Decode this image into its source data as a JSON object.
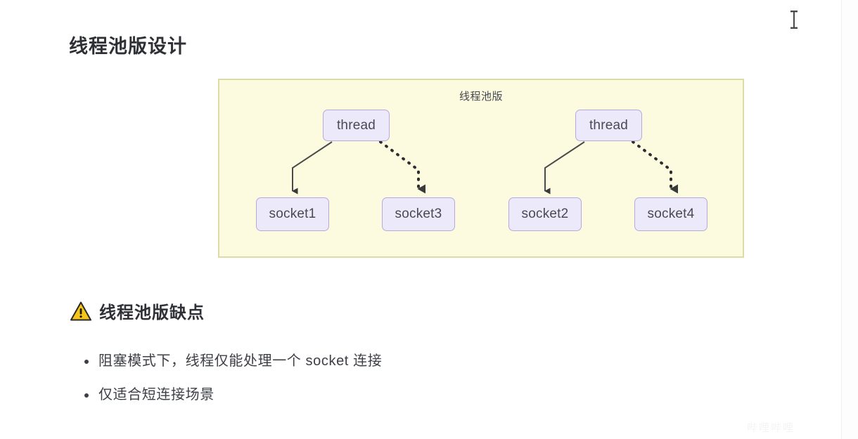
{
  "page": {
    "title": "线程池版设计",
    "background_color": "#ffffff"
  },
  "diagram": {
    "title": "线程池版",
    "background_color": "#fdfbdf",
    "border_color": "#dcdca8",
    "node_fill_color": "#ece9fb",
    "node_border_color": "#b7a8e0",
    "nodes": [
      {
        "id": "thread1",
        "label": "thread"
      },
      {
        "id": "thread2",
        "label": "thread"
      },
      {
        "id": "socket1",
        "label": "socket1"
      },
      {
        "id": "socket3",
        "label": "socket3"
      },
      {
        "id": "socket2",
        "label": "socket2"
      },
      {
        "id": "socket4",
        "label": "socket4"
      }
    ],
    "edges": [
      {
        "from": "thread1",
        "to": "socket1",
        "style": "solid"
      },
      {
        "from": "thread1",
        "to": "socket3",
        "style": "dotted"
      },
      {
        "from": "thread2",
        "to": "socket2",
        "style": "solid"
      },
      {
        "from": "thread2",
        "to": "socket4",
        "style": "dotted"
      }
    ]
  },
  "warning": {
    "icon": "warning-triangle-icon",
    "icon_fill_color": "#f5c518",
    "heading": "线程池版缺点"
  },
  "bullets": [
    "阻塞模式下，线程仅能处理一个 socket 连接",
    "仅适合短连接场景"
  ],
  "watermark": {
    "text": "哔哩哔哩"
  },
  "cursor": {
    "type": "text-ibeam-cursor"
  }
}
